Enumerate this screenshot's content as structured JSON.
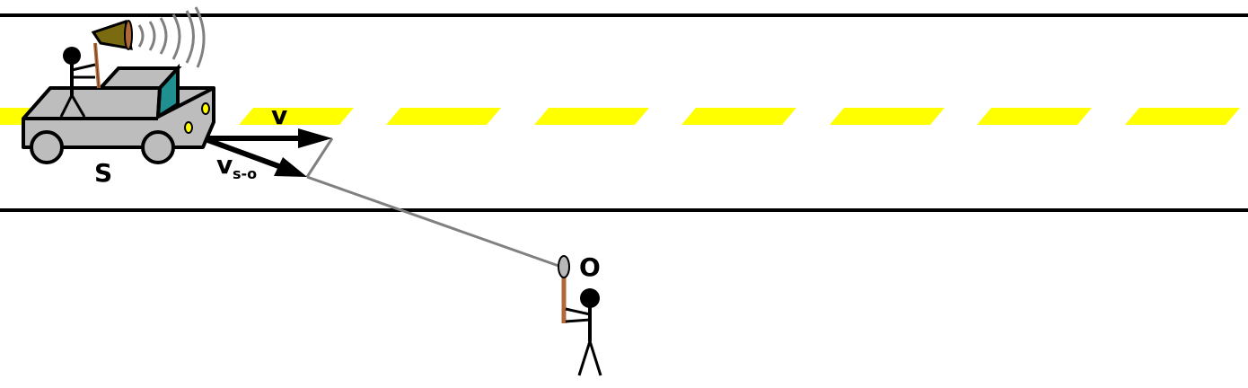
{
  "labels": {
    "source": "S",
    "observer": "O",
    "velocity": "v",
    "relative_velocity_main": "v",
    "relative_velocity_sub": "s-o"
  },
  "colors": {
    "road_edge": "#000000",
    "lane_dash": "#ffff00",
    "truck_body": "#bdbdbd",
    "truck_window": "#1f8f8f",
    "megaphone": "#7a6a10",
    "sight_line": "#808080",
    "sound_waves": "#808080",
    "pole": "#b06a3a"
  },
  "icons": {
    "source": "truck-with-megaphone-icon",
    "observer": "person-with-microphone-icon"
  }
}
